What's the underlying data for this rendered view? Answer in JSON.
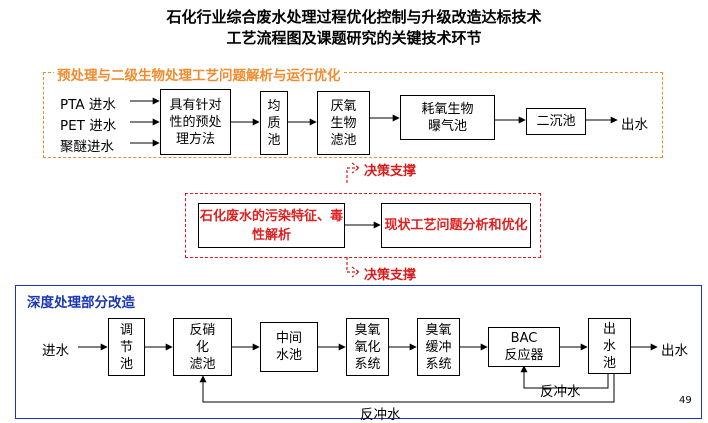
{
  "title_line1": "石化行业综合废水处理过程优化控制与升级改造达标技术",
  "title_line2": "工艺流程图及课题研究的关键技术环节",
  "top_panel": {
    "label": "预处理与二级生物处理工艺问题解析与运行优化",
    "inputs": [
      "PTA 进水",
      "PET 进水",
      "聚醚进水"
    ],
    "box_pretreat": [
      "具有针对",
      "性的预处",
      "理方法"
    ],
    "box_equalize": [
      "均",
      "质",
      "池"
    ],
    "box_anaerobic": [
      "厌氧",
      "生物",
      "滤池"
    ],
    "box_aerobic": [
      "耗氧生物",
      "曝气池"
    ],
    "box_clarifier": "二沉池",
    "output": "出水"
  },
  "decision_label_1": "决策支撑",
  "middle_panel": {
    "box_left": [
      "石化废水的污染",
      "特征、毒性解析"
    ],
    "box_right": [
      "现状工艺问题分",
      "析和优化"
    ]
  },
  "decision_label_2": "决策支撑",
  "bottom_panel": {
    "label": "深度处理部分改造",
    "input": "进水",
    "box_adjust": [
      "调",
      "节",
      "池"
    ],
    "box_denitrify": [
      "反硝",
      "化",
      "滤池"
    ],
    "box_mid": [
      "中间",
      "水池"
    ],
    "box_ozone_ox": [
      "臭氧",
      "氧化",
      "系统"
    ],
    "box_ozone_buf": [
      "臭氧",
      "缓冲",
      "系统"
    ],
    "box_bac": [
      "BAC",
      "反应器"
    ],
    "box_outpool": [
      "出",
      "水",
      "池"
    ],
    "output": "出水",
    "backwash_small": "反冲水",
    "backwash_large": "反冲水"
  },
  "page_number": "49",
  "colors": {
    "orange": "#f28a2e",
    "red": "#d81b1b",
    "blue": "#1a35b8"
  }
}
